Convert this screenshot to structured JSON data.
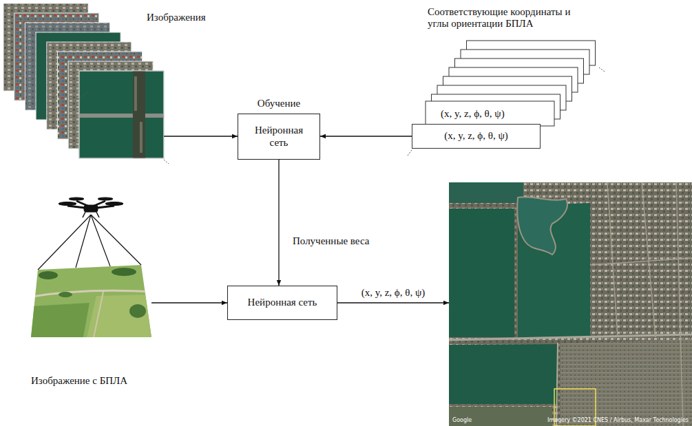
{
  "diagram": {
    "nodes": [
      {
        "text": [
          "Изображения"
        ]
      },
      {
        "text": [
          "Обучение",
          "Нейронная сеть"
        ]
      },
      {
        "text": [
          "Соответствующие координаты и углы ориентации БПЛА",
          "(x, y, z, ϕ, θ, ψ)"
        ]
      },
      {
        "text": [
          "Нейронная сеть"
        ]
      },
      {
        "text": [
          "Изображение с БПЛА"
        ]
      },
      {
        "text": [
          "Google",
          "Imagery ©2021 CNES / Airbus, Maxar Technologies"
        ]
      }
    ],
    "edges": [
      {
        "from": 0,
        "to": 1,
        "arrow": "to"
      },
      {
        "from": 2,
        "to": 1,
        "arrow": "to"
      },
      {
        "from": 1,
        "to": 3,
        "arrow": "to",
        "label": "Полученные веса"
      },
      {
        "from": 4,
        "to": 3,
        "arrow": "to"
      },
      {
        "from": 3,
        "to": 5,
        "arrow": "to",
        "label": "(x, y, z, ϕ, θ, ψ)"
      }
    ],
    "labels": [
      "(x, y, z, ϕ, θ, ψ)"
    ]
  }
}
